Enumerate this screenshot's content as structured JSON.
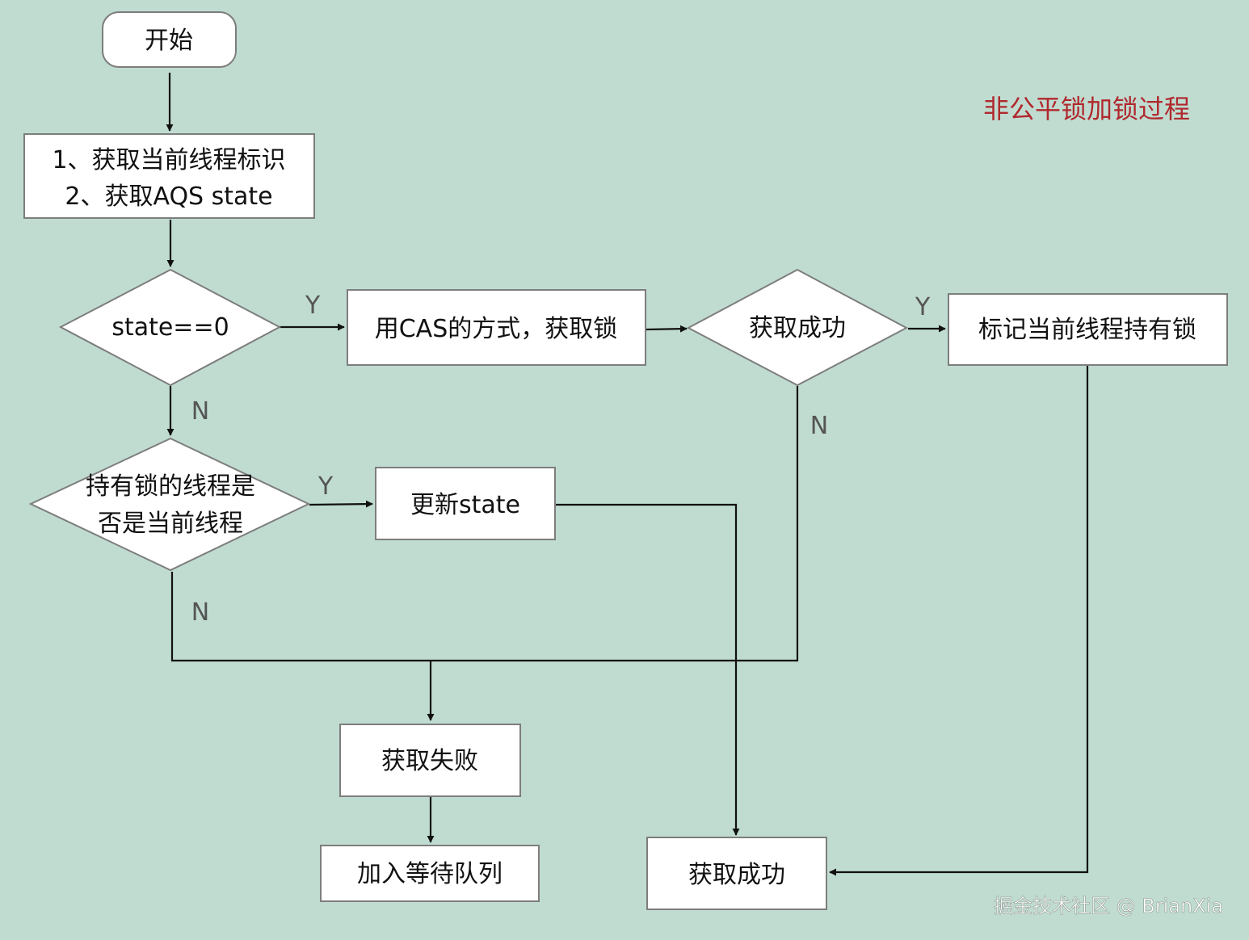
{
  "title": "非公平锁加锁过程",
  "watermark": "掘金技术社区 @ BrianXia",
  "nodes": {
    "start": "开始",
    "get_info_line1": "1、获取当前线程标识",
    "get_info_line2": "2、获取AQS state",
    "state_check": "state==0",
    "cas_acquire": "用CAS的方式，获取锁",
    "acquire_success_check": "获取成功",
    "mark_owner": "标记当前线程持有锁",
    "owner_check_line1": "持有锁的线程是",
    "owner_check_line2": "否是当前线程",
    "update_state": "更新state",
    "acquire_fail": "获取失败",
    "enqueue": "加入等待队列",
    "acquire_success_end": "获取成功"
  },
  "edge_labels": {
    "yes": "Y",
    "no": "N"
  }
}
